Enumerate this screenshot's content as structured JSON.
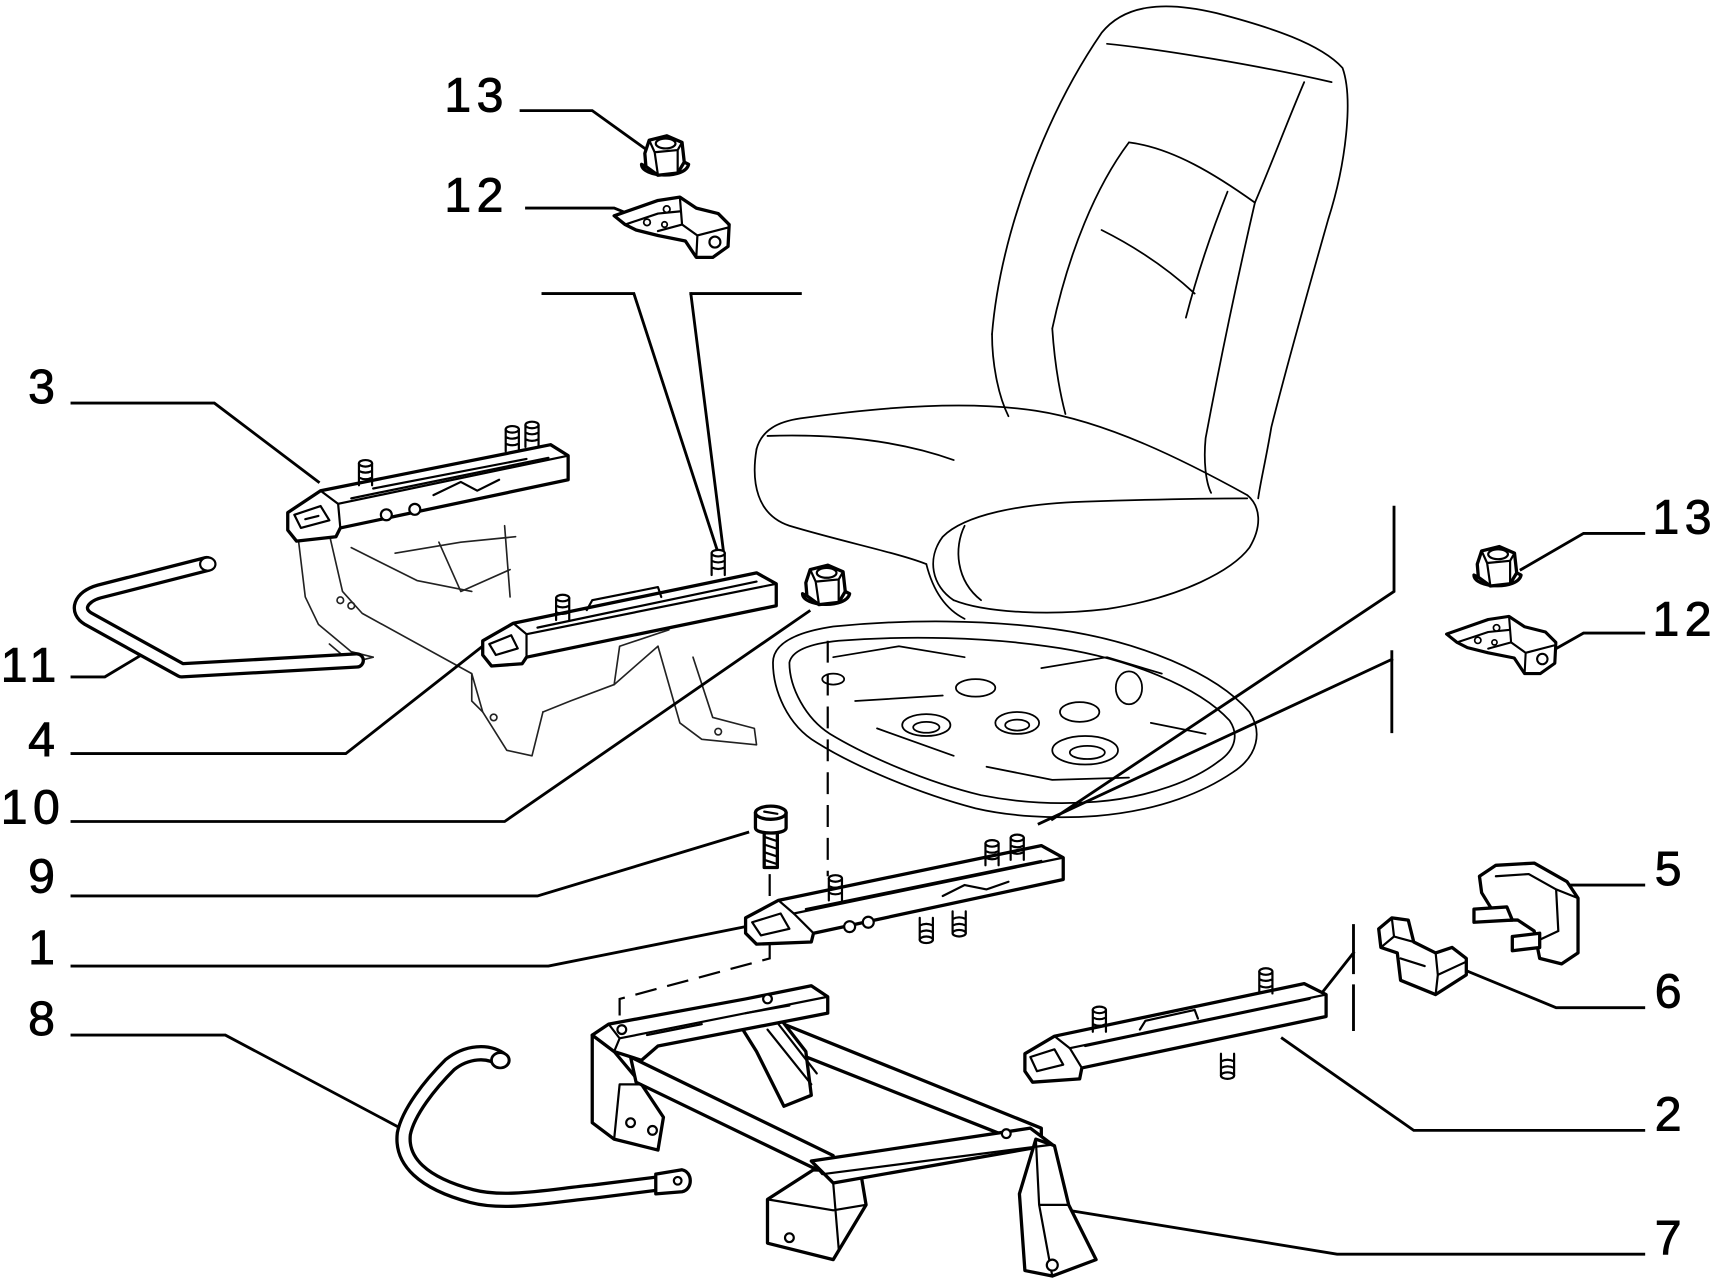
{
  "labels": [
    "13",
    "12",
    "3",
    "11",
    "4",
    "10",
    "9",
    "1",
    "8",
    "13",
    "12",
    "5",
    "6",
    "2",
    "7"
  ],
  "colors": {
    "line": "#000000",
    "background": "#ffffff"
  }
}
